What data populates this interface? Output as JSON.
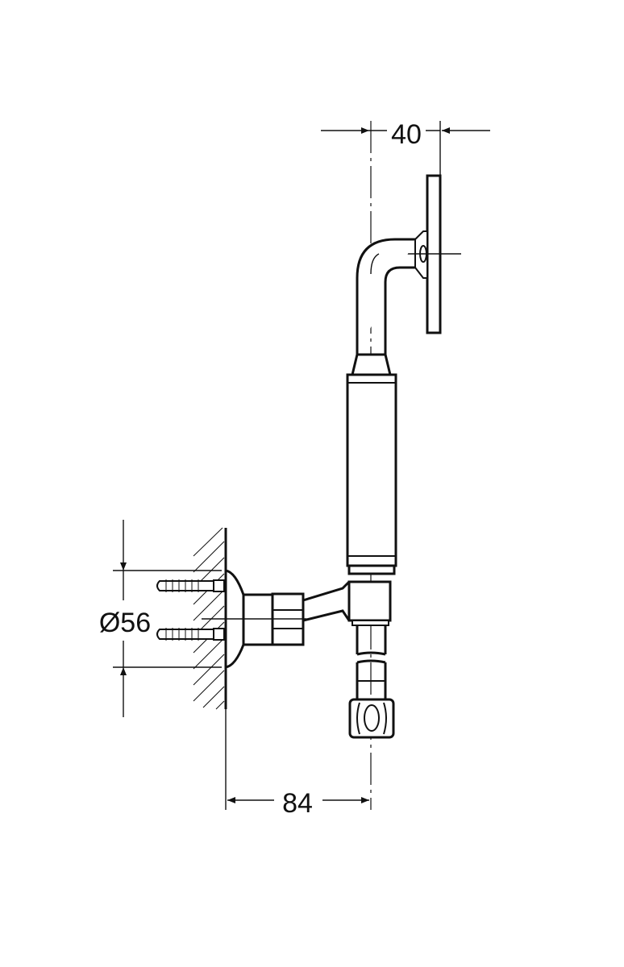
{
  "drawing": {
    "dimensions": {
      "arm_projection": "40",
      "flange_diameter": "Ø56",
      "wall_offset": "84"
    },
    "line_color": "#111111",
    "background": "#ffffff"
  }
}
